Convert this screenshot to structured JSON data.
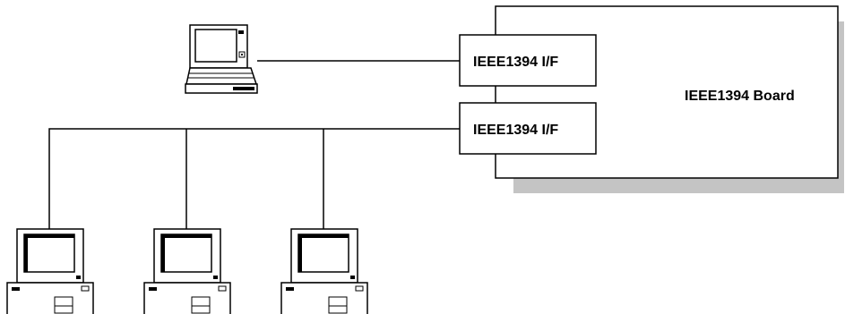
{
  "board": {
    "label": "IEEE1394 Board"
  },
  "interfaces": [
    {
      "label": "IEEE1394 I/F"
    },
    {
      "label": "IEEE1394 I/F"
    }
  ],
  "devices": {
    "laptop_count": 1,
    "desktop_count": 3
  }
}
